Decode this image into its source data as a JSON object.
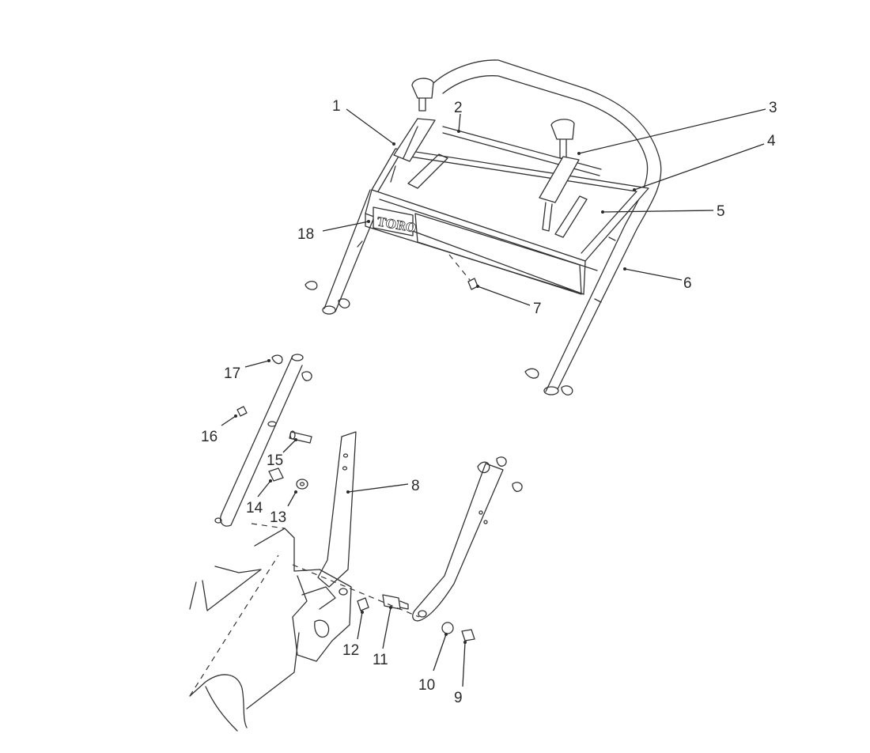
{
  "diagram": {
    "callouts": [
      {
        "id": "c1",
        "label": "1"
      },
      {
        "id": "c2",
        "label": "2"
      },
      {
        "id": "c3",
        "label": "3"
      },
      {
        "id": "c4",
        "label": "4"
      },
      {
        "id": "c5",
        "label": "5"
      },
      {
        "id": "c6",
        "label": "6"
      },
      {
        "id": "c7",
        "label": "7"
      },
      {
        "id": "c8",
        "label": "8"
      },
      {
        "id": "c9",
        "label": "9"
      },
      {
        "id": "c10",
        "label": "10"
      },
      {
        "id": "c11",
        "label": "11"
      },
      {
        "id": "c12",
        "label": "12"
      },
      {
        "id": "c13",
        "label": "13"
      },
      {
        "id": "c14",
        "label": "14"
      },
      {
        "id": "c15",
        "label": "15"
      },
      {
        "id": "c16",
        "label": "16"
      },
      {
        "id": "c17",
        "label": "17"
      },
      {
        "id": "c18",
        "label": "18"
      }
    ],
    "decal_logo": "TORO"
  }
}
